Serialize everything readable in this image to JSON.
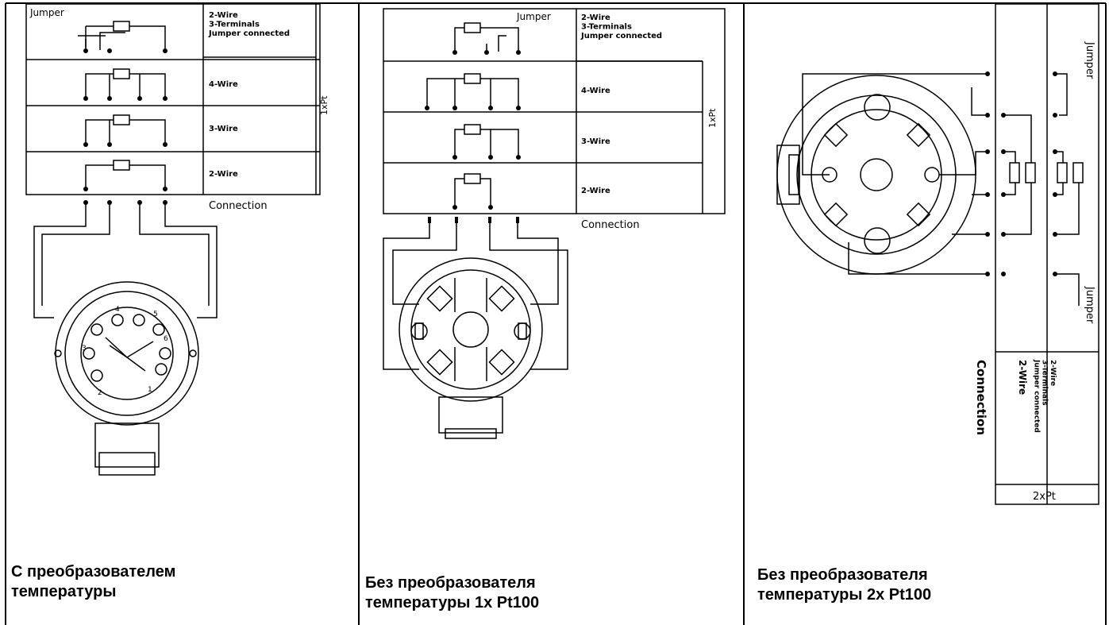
{
  "panels": [
    {
      "caption_lines": [
        "С преобразователем",
        "температуры"
      ],
      "wiring_options": [
        "2-Wire\n3-Terminals\nJumper connected",
        "4-Wire",
        "3-Wire",
        "2-Wire"
      ],
      "jumper_label": "Jumper",
      "sensor_label": "1xPt",
      "connection_label": "Connection",
      "terminal_numbers": [
        "1",
        "2",
        "3",
        "4",
        "5",
        "6"
      ]
    },
    {
      "caption_lines": [
        "Без  преобразователя",
        "температуры 1x Pt100"
      ],
      "wiring_options": [
        "2-Wire\n3-Terminals\nJumper connected",
        "4-Wire",
        "3-Wire",
        "2-Wire"
      ],
      "jumper_label": "Jumper",
      "sensor_label": "1xPt",
      "connection_label": "Connection"
    },
    {
      "caption_lines": [
        "Без  преобразователя",
        "температуры 2x Pt100"
      ],
      "jumper_label": "Jumper",
      "connection_label": "Connection",
      "option_2wire": "2-Wire",
      "option_jumper": "2-Wire\n3-Terminals\nJumper connected",
      "sensor_label": "2xPt"
    }
  ],
  "colors": {
    "line": "#000000",
    "background": "#ffffff"
  }
}
